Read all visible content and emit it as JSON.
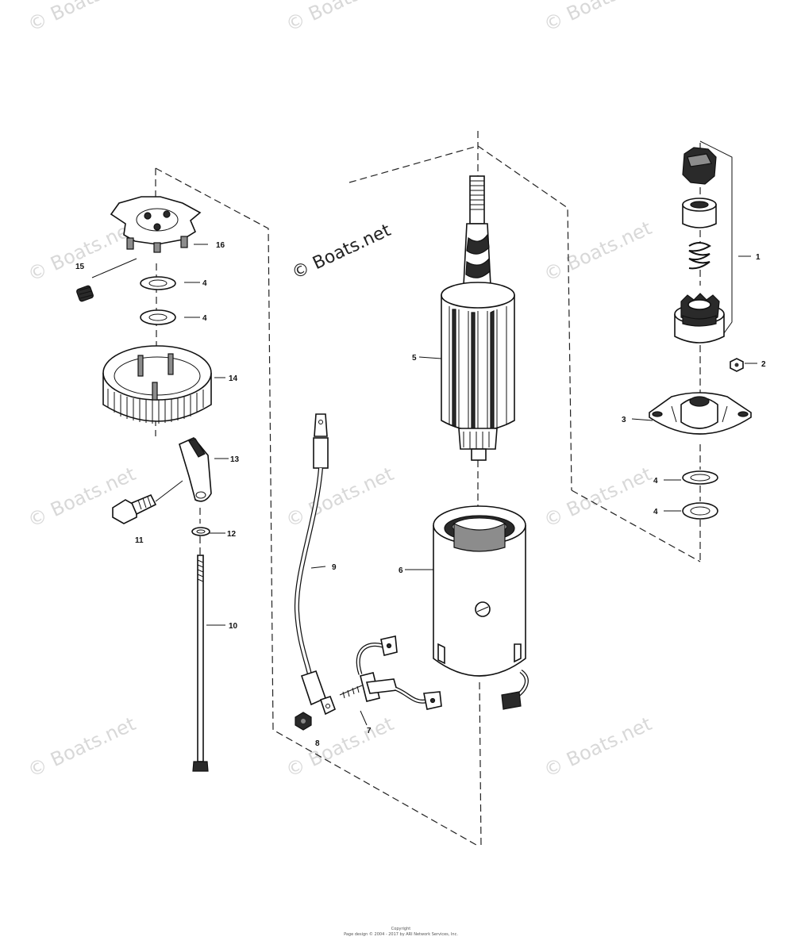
{
  "watermark": {
    "text": "© Boats.net",
    "main_text": "© Boats.net"
  },
  "callouts": {
    "c1": "1",
    "c2": "2",
    "c3": "3",
    "c4a": "4",
    "c4b": "4",
    "c4c": "4",
    "c4d": "4",
    "c5": "5",
    "c6": "6",
    "c7": "7",
    "c8": "8",
    "c9": "9",
    "c10": "10",
    "c11": "11",
    "c12": "12",
    "c13": "13",
    "c14": "14",
    "c15": "15",
    "c16": "16"
  },
  "copyright": {
    "line1": "Copyright",
    "line2": "Page design © 2004 - 2017 by ARI Network Services, Inc."
  }
}
